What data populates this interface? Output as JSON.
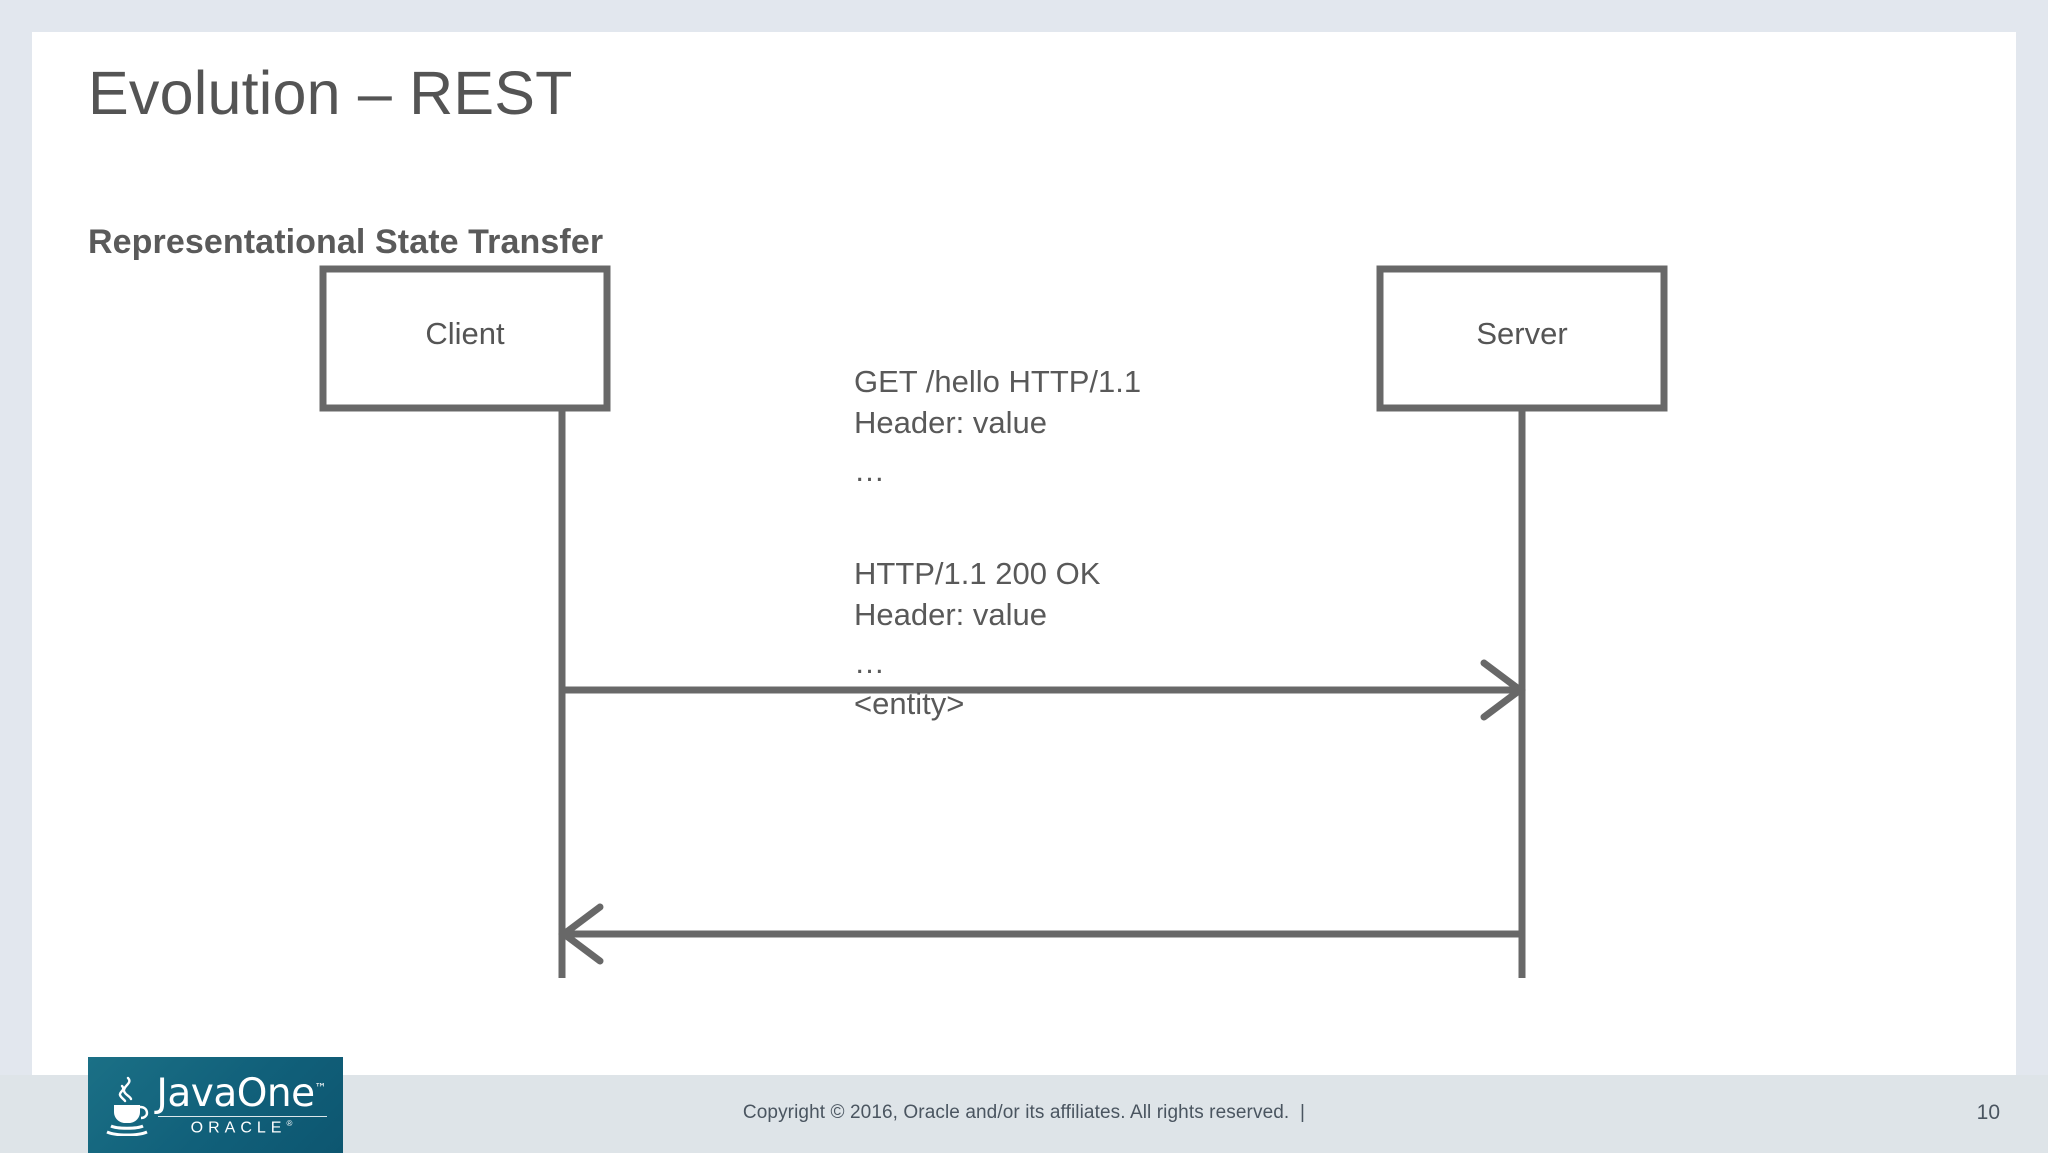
{
  "slide": {
    "title": "Evolution – REST",
    "subtitle": "Representational State Transfer",
    "page_number": "10"
  },
  "diagram": {
    "type": "sequence-diagram",
    "participants": [
      {
        "id": "client",
        "label": "Client"
      },
      {
        "id": "server",
        "label": "Server"
      }
    ],
    "messages": [
      {
        "id": "request",
        "direction": "client-to-server",
        "lines": [
          "GET /hello HTTP/1.1",
          "Header: value",
          "…"
        ]
      },
      {
        "id": "response",
        "direction": "server-to-client",
        "lines": [
          "HTTP/1.1 200 OK",
          "Header: value",
          "…",
          "<entity>"
        ]
      }
    ]
  },
  "request_text": {
    "line1": "GET /hello HTTP/1.1",
    "line2": "Header: value",
    "line3": "…"
  },
  "response_text": {
    "line1": "HTTP/1.1 200 OK",
    "line2": "Header: value",
    "line3": "…",
    "line4": "<entity>"
  },
  "footer": {
    "copyright": "Copyright © 2016, Oracle and/or its affiliates. All rights reserved.  |",
    "logo": {
      "wordmark": "JavaOne",
      "trademark": "™",
      "byline": "ORACLE",
      "byline_mark": "®"
    }
  },
  "colors": {
    "backdrop": "#e2e7ee",
    "slide": "#ffffff",
    "title_text": "#545454",
    "subtitle_text": "#5a5a5a",
    "diagram_stroke": "#686868",
    "footer_band": "#dee4e8",
    "footer_text": "#4a5560",
    "logo_teal": "#15687f"
  }
}
